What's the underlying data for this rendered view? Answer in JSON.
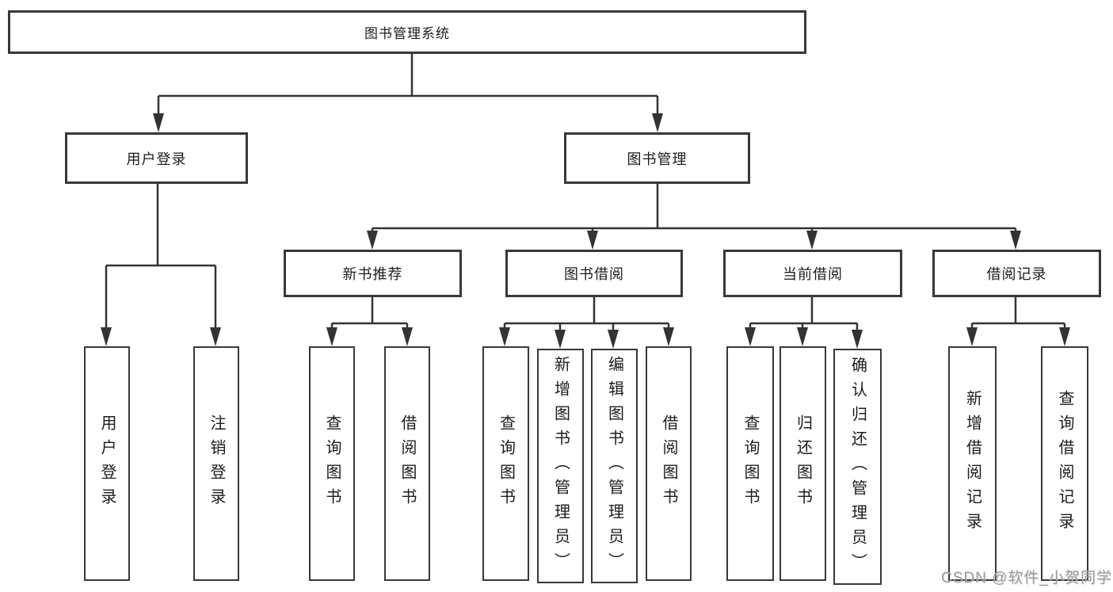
{
  "tree": {
    "root": "图书管理系统",
    "branches": [
      {
        "label": "用户登录",
        "leaves": [
          "用户登录",
          "注销登录"
        ]
      },
      {
        "label": "图书管理",
        "groups": [
          {
            "label": "新书推荐",
            "leaves": [
              "查询图书",
              "借阅图书"
            ]
          },
          {
            "label": "图书借阅",
            "leaves": [
              "查询图书",
              "新增图书（管理员）",
              "编辑图书（管理员）",
              "借阅图书"
            ]
          },
          {
            "label": "当前借阅",
            "leaves": [
              "查询图书",
              "归还图书",
              "确认归还（管理员）"
            ]
          },
          {
            "label": "借阅记录",
            "leaves": [
              "新增借阅记录",
              "查询借阅记录"
            ]
          }
        ]
      }
    ]
  },
  "watermark": "CSDN @软件_小贺同学",
  "colors": {
    "line": "#333333",
    "box_border": "#383838",
    "text": "#1c1c1c",
    "watermark": "#9b9b9b",
    "background": "#ffffff"
  }
}
